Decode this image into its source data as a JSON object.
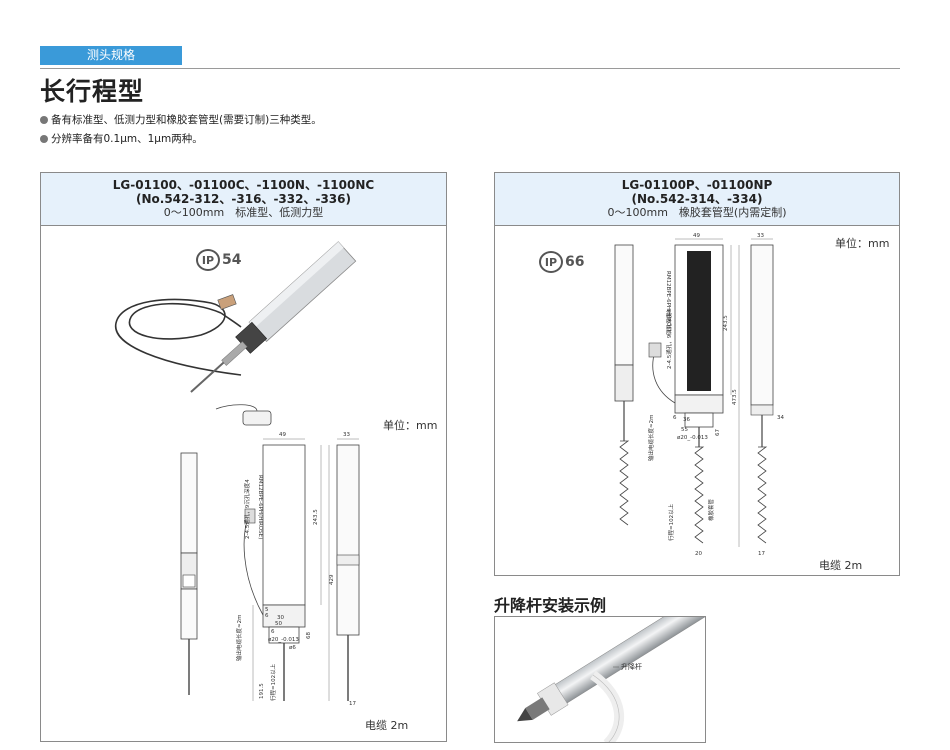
{
  "section": {
    "tab_label": "测头规格",
    "title": "长行程型",
    "bullets": [
      "备有标准型、低测力型和橡胶套管型(需要订制)三种类型。",
      "分辨率备有0.1µm、1µm两种。"
    ]
  },
  "panel_left": {
    "model": "LG-01100、-01100C、-1100N、-1100NC",
    "number": "(No.542-312、-316、-332、-336)",
    "desc": "0～100mm　标准型、低测力型",
    "ip_mark": "IP",
    "ip_rating": "54",
    "unit": "单位：mm",
    "cable": "电缆 2m",
    "dims": [
      "49",
      "33",
      "243.5",
      "429",
      "RM12BPE-6PH(HIROSE)",
      "2-4.5通孔，9沉孔深度4",
      "输出电缆长度≈2m",
      "50",
      "30",
      "68",
      "5",
      "6",
      "6",
      "ø20_-0.013",
      "ø6",
      "191.5",
      "行程=102以上",
      "17"
    ]
  },
  "panel_right": {
    "model": "LG-01100P、-01100NP",
    "number": "(No.542-314、-334)",
    "desc": "0～100mm　橡胶套管型(内需定制)",
    "ip_mark": "IP",
    "ip_rating": "66",
    "unit": "单位：mm",
    "cable": "电缆 2m",
    "dims": [
      "49",
      "33",
      "243.5",
      "473.5",
      "RM12BPE-6PH(HIROSE)",
      "2-4.5通孔，9沉孔深度4",
      "输出电缆长度≈2m",
      "55",
      "36",
      "6",
      "67",
      "ø20_-0.013",
      "34",
      "行程=102以上",
      "橡胶套管",
      "20",
      "17"
    ]
  },
  "mount": {
    "title": "升降杆安装示例",
    "label": "升降杆"
  },
  "colors": {
    "accent_blue": "#3a9ad9",
    "panel_header": "#e6f1fb"
  }
}
